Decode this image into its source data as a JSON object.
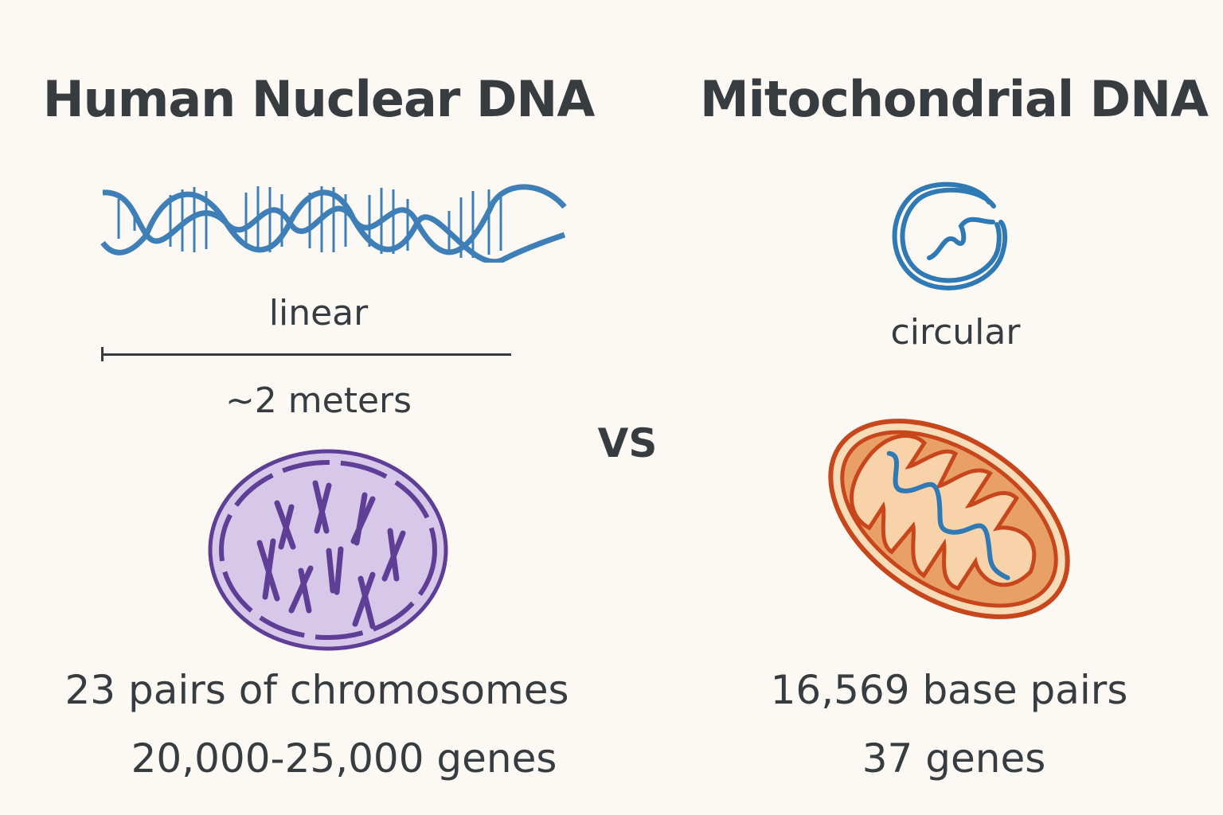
{
  "left": {
    "title": "Human Nuclear DNA",
    "shape_label": "linear",
    "length_label": "~2 meters",
    "stat1": "23 pairs of chromosomes",
    "stat2": "20,000-25,000 genes",
    "icons": [
      "dna-double-helix-icon",
      "length-ruler-line",
      "cell-nucleus-with-chromosomes-icon"
    ]
  },
  "separator": "VS",
  "right": {
    "title": "Mitochondrial DNA",
    "shape_label": "circular",
    "stat1": "16,569 base pairs",
    "stat2": "37 genes",
    "icons": [
      "circular-dna-icon",
      "mitochondrion-icon"
    ]
  },
  "colors": {
    "background": "#fcf9f4",
    "text": "#363c40",
    "dna_blue": "#3f7fb8",
    "nucleus_fill": "#d7c8ea",
    "nucleus_stroke": "#5e3f95",
    "mito_outer": "#c8461c",
    "mito_inner": "#e8a066",
    "mito_matrix": "#f8d2a8"
  }
}
